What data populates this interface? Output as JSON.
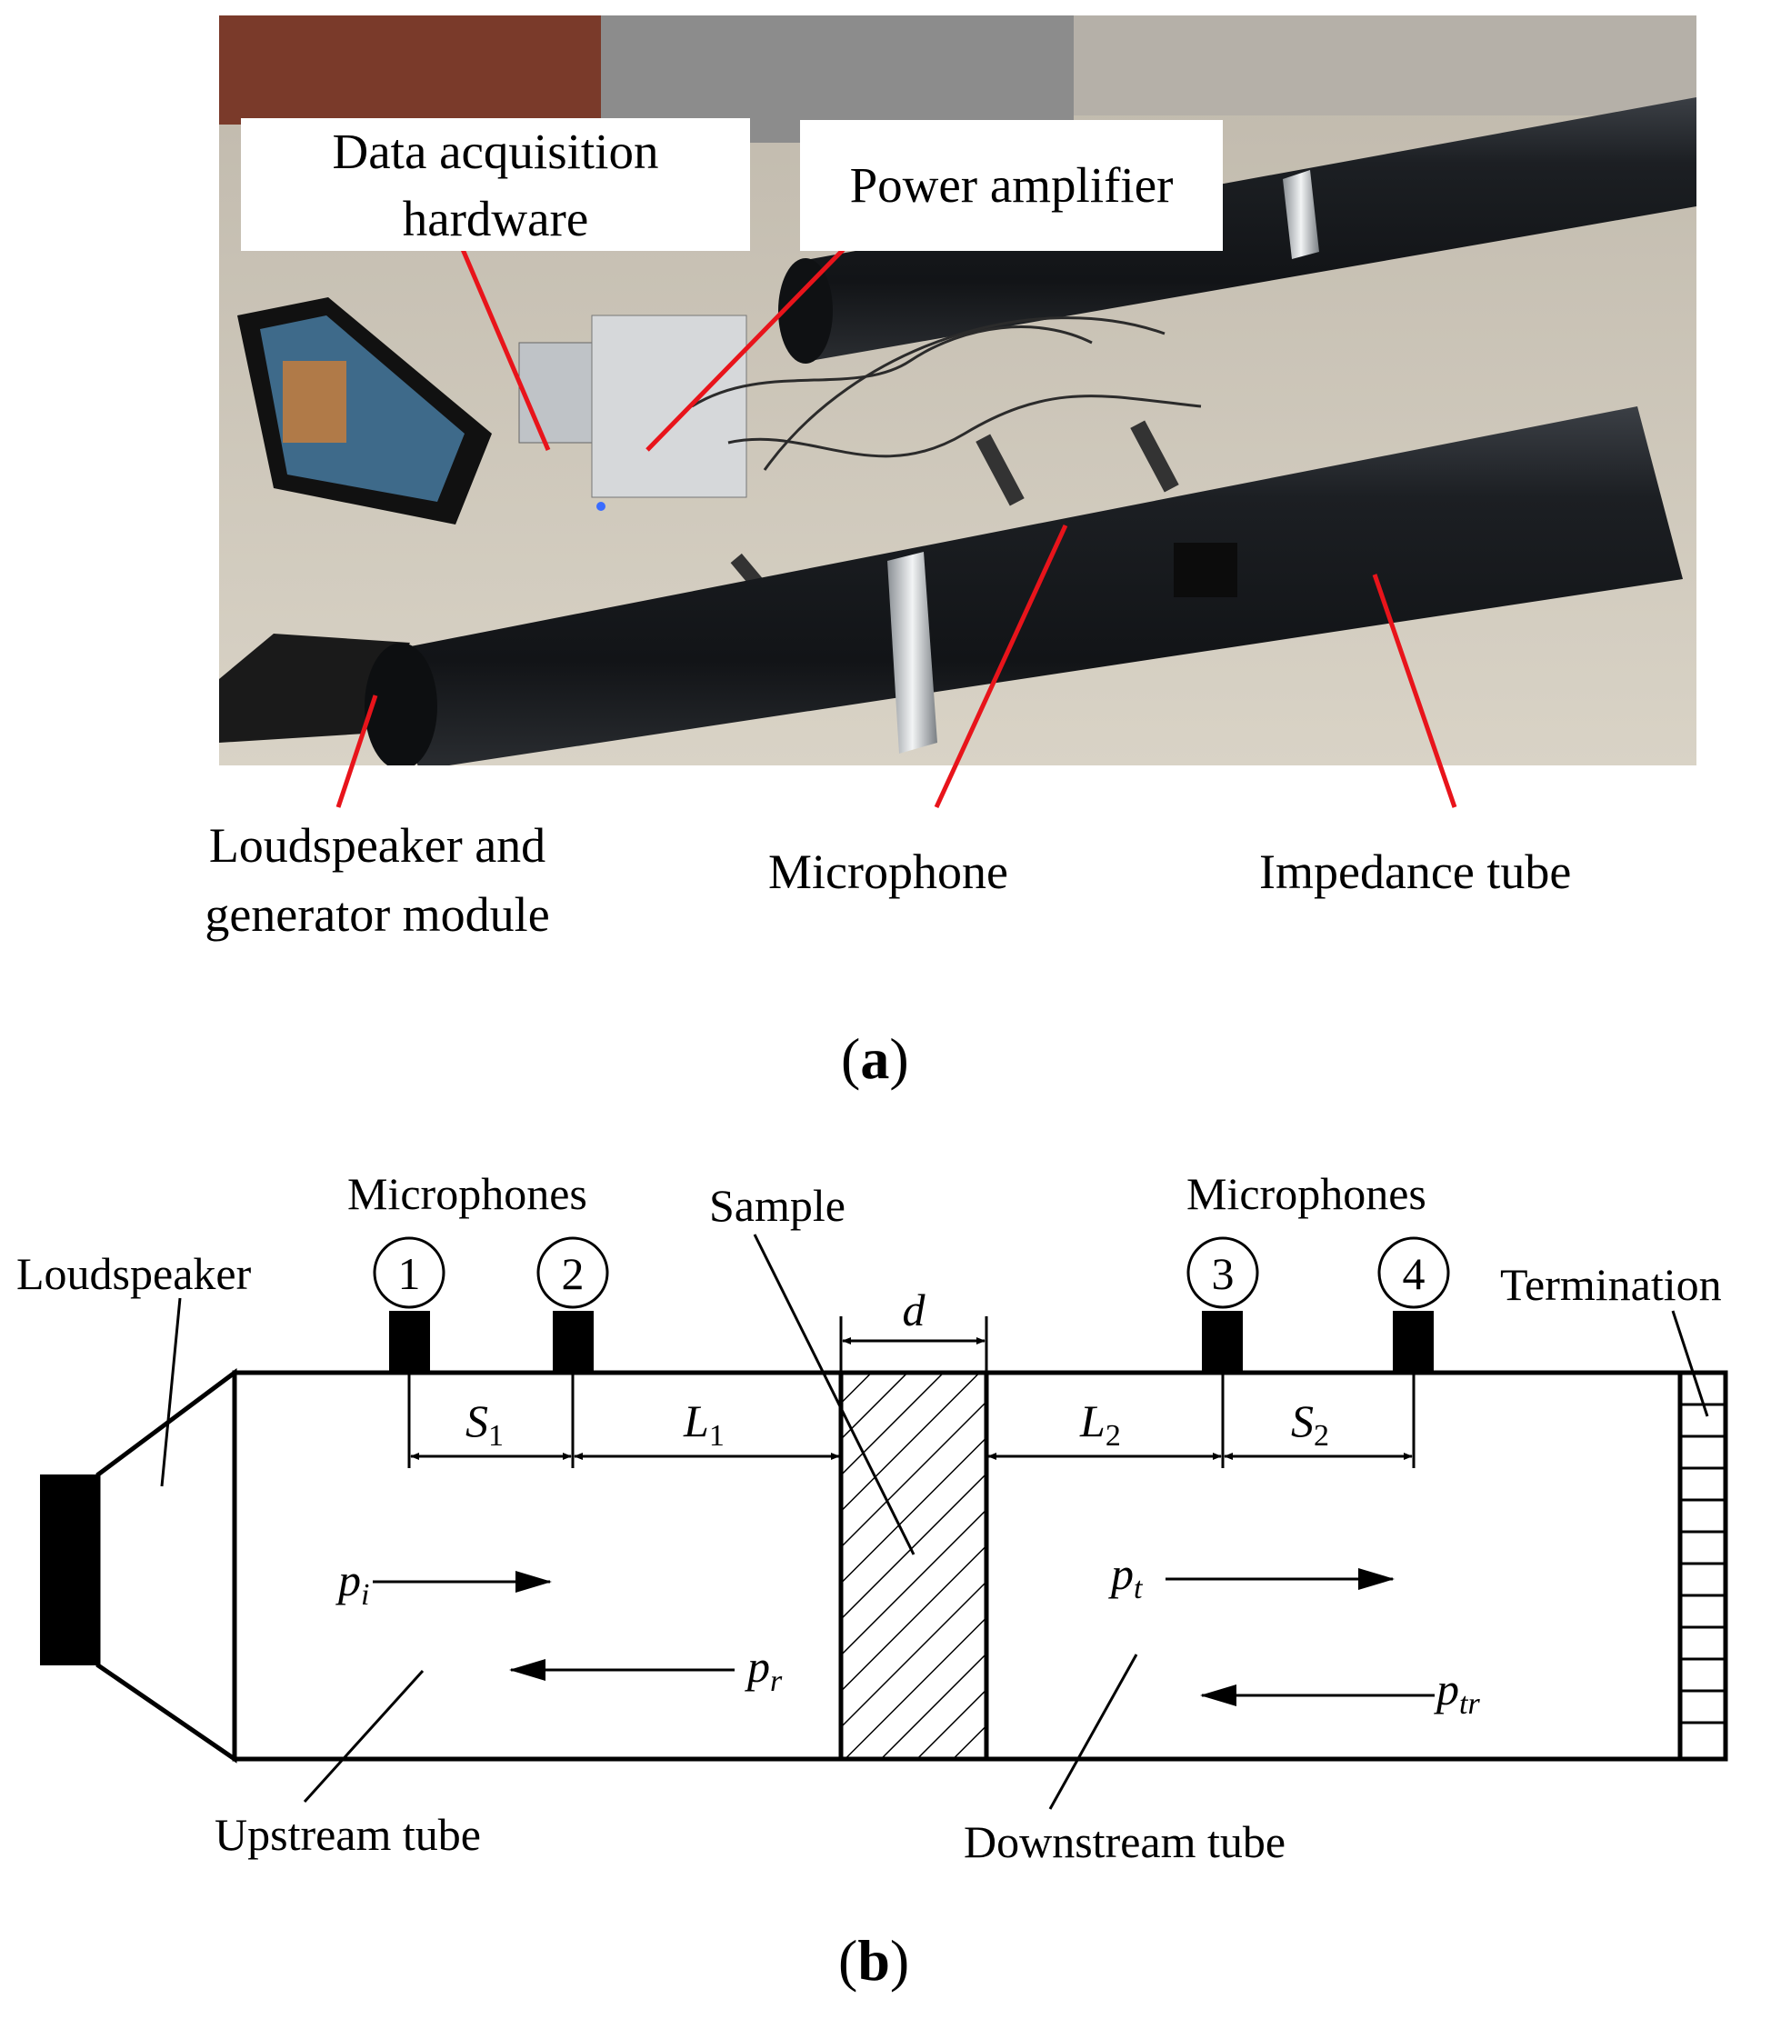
{
  "panel_a": {
    "label": "a",
    "callouts": {
      "daq_line1": "Data acquisition",
      "daq_line2": "hardware",
      "amplifier": "Power amplifier"
    },
    "captions": {
      "loudspeaker_line1": "Loudspeaker and",
      "loudspeaker_line2": "generator module",
      "microphone": "Microphone",
      "impedance_tube": "Impedance tube"
    },
    "colors": {
      "leader": "#e8141b",
      "tube": "#17191c",
      "floor": "#cfc7b8"
    }
  },
  "panel_b": {
    "label": "b",
    "labels": {
      "loudspeaker": "Loudspeaker",
      "microphones_left": "Microphones",
      "microphones_right": "Microphones",
      "sample": "Sample",
      "termination": "Termination",
      "upstream": "Upstream tube",
      "downstream": "Downstream tube"
    },
    "mic_numbers": [
      "1",
      "2",
      "3",
      "4"
    ],
    "dimensions": {
      "d": "d",
      "s1": "S",
      "s1_sub": "1",
      "l1": "L",
      "l1_sub": "1",
      "l2": "L",
      "l2_sub": "2",
      "s2": "S",
      "s2_sub": "2"
    },
    "waves": {
      "pi": "p",
      "pi_sub": "i",
      "pr": "p",
      "pr_sub": "r",
      "pt": "p",
      "pt_sub": "t",
      "ptr": "p",
      "ptr_sub": "tr"
    }
  }
}
